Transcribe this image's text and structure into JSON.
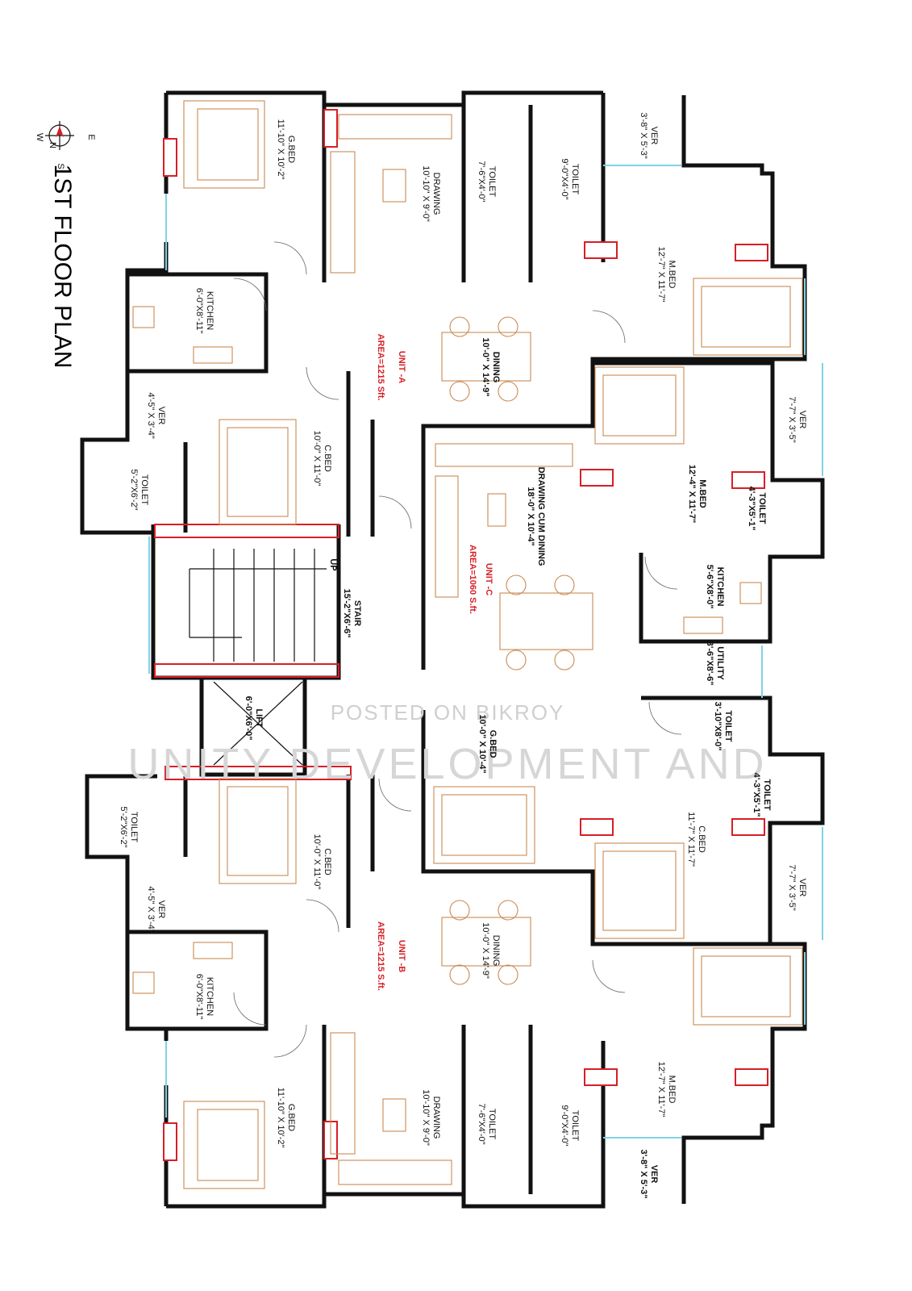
{
  "title": "1ST FLOOR PLAN",
  "compass": {
    "n": "N",
    "s": "S",
    "e": "E",
    "w": "W"
  },
  "watermark": {
    "line1": "POSTED ON BIKROY",
    "line2": "UNITY DEVELOPMENT AND"
  },
  "units": {
    "a": {
      "name": "UNIT -A",
      "area": "AREA=1215 Sft."
    },
    "b": {
      "name": "UNIT -B",
      "area": "AREA=1215 S.ft."
    },
    "c": {
      "name": "UNIT -C",
      "area": "AREA=1060 S.ft."
    }
  },
  "rooms": {
    "a_gbed": {
      "name": "G.BED",
      "size": "11'-10\" X 10'-2\""
    },
    "a_drawing": {
      "name": "DRAWING",
      "size": "10'-10\" X 9'-0\""
    },
    "a_toilet1": {
      "name": "TOILET",
      "size": "7'-6\"X4'-0\""
    },
    "a_toilet2": {
      "name": "TOILET",
      "size": "9'-0\"X4'-0\""
    },
    "a_ver_top": {
      "name": "VER",
      "size": "3'-8\" X 5'-3\""
    },
    "a_mbed": {
      "name": "M.BED",
      "size": "12'-7\" X 11'-7\""
    },
    "a_kitchen": {
      "name": "KITCHEN",
      "size": "6'-0\"X8'-11\""
    },
    "a_dining": {
      "name": "DINING",
      "size": "10'-0\" X 14'-9\""
    },
    "a_ver_left": {
      "name": "VER",
      "size": "4'-5\" X 3'-4\""
    },
    "a_cbed": {
      "name": "C.BED",
      "size": "10'-0\" X 11'-0\""
    },
    "a_toilet3": {
      "name": "TOILET",
      "size": "5'-2\"X6'-2\""
    },
    "stair": {
      "name": "STAIR",
      "size": "15'-2\"X6'-6\"",
      "up": "UP"
    },
    "lift": {
      "name": "LIFT",
      "size": "6'-0\"X6'-0\""
    },
    "c_ver1": {
      "name": "VER",
      "size": "7'-7\" X 3'-5\""
    },
    "c_mbed": {
      "name": "M.BED",
      "size": "12'-4\" X 11'-7\""
    },
    "c_toilet1": {
      "name": "TOILET",
      "size": "4'-3\"X5'-1\""
    },
    "c_drawing": {
      "name": "DRAWING CUM DINING",
      "size": "18'-0\" X 10'-4\""
    },
    "c_kitchen": {
      "name": "KITCHEN",
      "size": "5'-6\"X8'-0\""
    },
    "c_utility": {
      "name": "UTILITY",
      "size": "3'-6\"X8'-6\""
    },
    "c_toilet2": {
      "name": "TOILET",
      "size": "3'-10\"X8'-0\""
    },
    "c_gbed": {
      "name": "G.BED",
      "size": "10'-0\" X 10'-4\""
    },
    "c_toilet3": {
      "name": "TOILET",
      "size": "4'-3\"X5'-1\""
    },
    "c_cbed": {
      "name": "C.BED",
      "size": "11'-7\" X 11'-7\""
    },
    "c_ver2": {
      "name": "VER",
      "size": "7'-7\" X 3'-5\""
    },
    "b_toilet3": {
      "name": "TOILET",
      "size": "5'-2\"X6'-2\""
    },
    "b_cbed": {
      "name": "C.BED",
      "size": "10'-0\" X 11'-0\""
    },
    "b_ver_left": {
      "name": "VER",
      "size": "4'-5\" X 3'-4\""
    },
    "b_dining": {
      "name": "DINING",
      "size": "10'-0\" X 14'-9\""
    },
    "b_kitchen": {
      "name": "KITCHEN",
      "size": "6'-0\"X8'-11\""
    },
    "b_mbed": {
      "name": "M.BED",
      "size": "12'-7\" X 11'-7\""
    },
    "b_gbed": {
      "name": "G.BED",
      "size": "11'-10\" X 10'-2\""
    },
    "b_drawing": {
      "name": "DRAWING",
      "size": "10'-10\" X 9'-0\""
    },
    "b_toilet1": {
      "name": "TOILET",
      "size": "7'-6\"X4'-0\""
    },
    "b_toilet2": {
      "name": "TOILET",
      "size": "9'-0\"X4'-0\""
    },
    "b_ver_bot": {
      "name": "VER",
      "size": "3'-8\" X 5'-3\""
    }
  }
}
